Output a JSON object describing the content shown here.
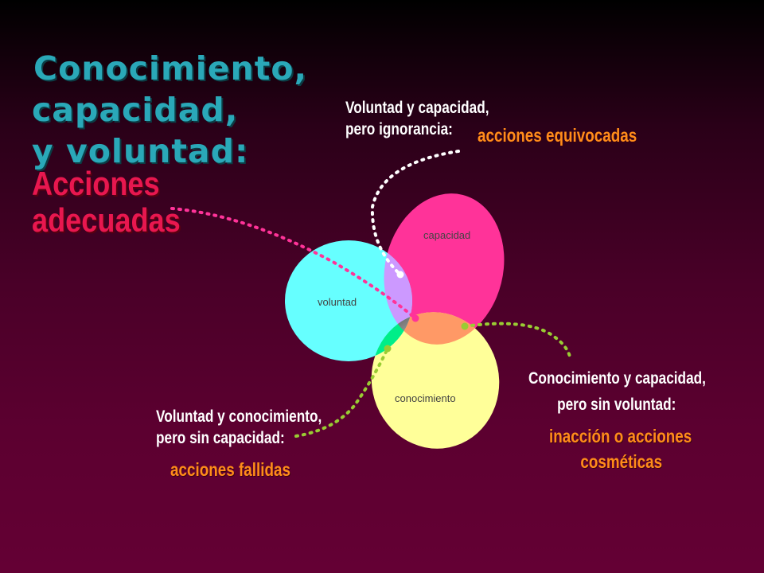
{
  "title": {
    "line1": "Conocimiento,",
    "line2": "capacidad,",
    "line3": "y voluntad:"
  },
  "result": {
    "line1": "Acciones",
    "line2": "adecuadas"
  },
  "sets": {
    "voluntad": "voluntad",
    "capacidad": "capacidad",
    "conocimiento": "conocimiento"
  },
  "notes": {
    "top": {
      "line1": "Voluntad y capacidad,",
      "line2": "pero ignorancia:",
      "outcome": "acciones equivocadas"
    },
    "right": {
      "line1": "Conocimiento y capacidad,",
      "line2": "pero sin voluntad:",
      "outcome1": "inacción o acciones",
      "outcome2": "cosméticas"
    },
    "left": {
      "line1": "Voluntad y conocimiento,",
      "line2": "pero sin capacidad:",
      "outcome": "acciones fallidas"
    }
  },
  "colors": {
    "voluntad": "#66ffff",
    "capacidad": "#ff3399",
    "conocimiento": "#ffff99",
    "voluntad_capacidad": "#cc99ff",
    "capacidad_conocimiento": "#ff9966",
    "voluntad_conocimiento": "#00ee88",
    "title": "#2aa8b8",
    "result": "#e8174f",
    "outcome": "#ff8c1a"
  }
}
